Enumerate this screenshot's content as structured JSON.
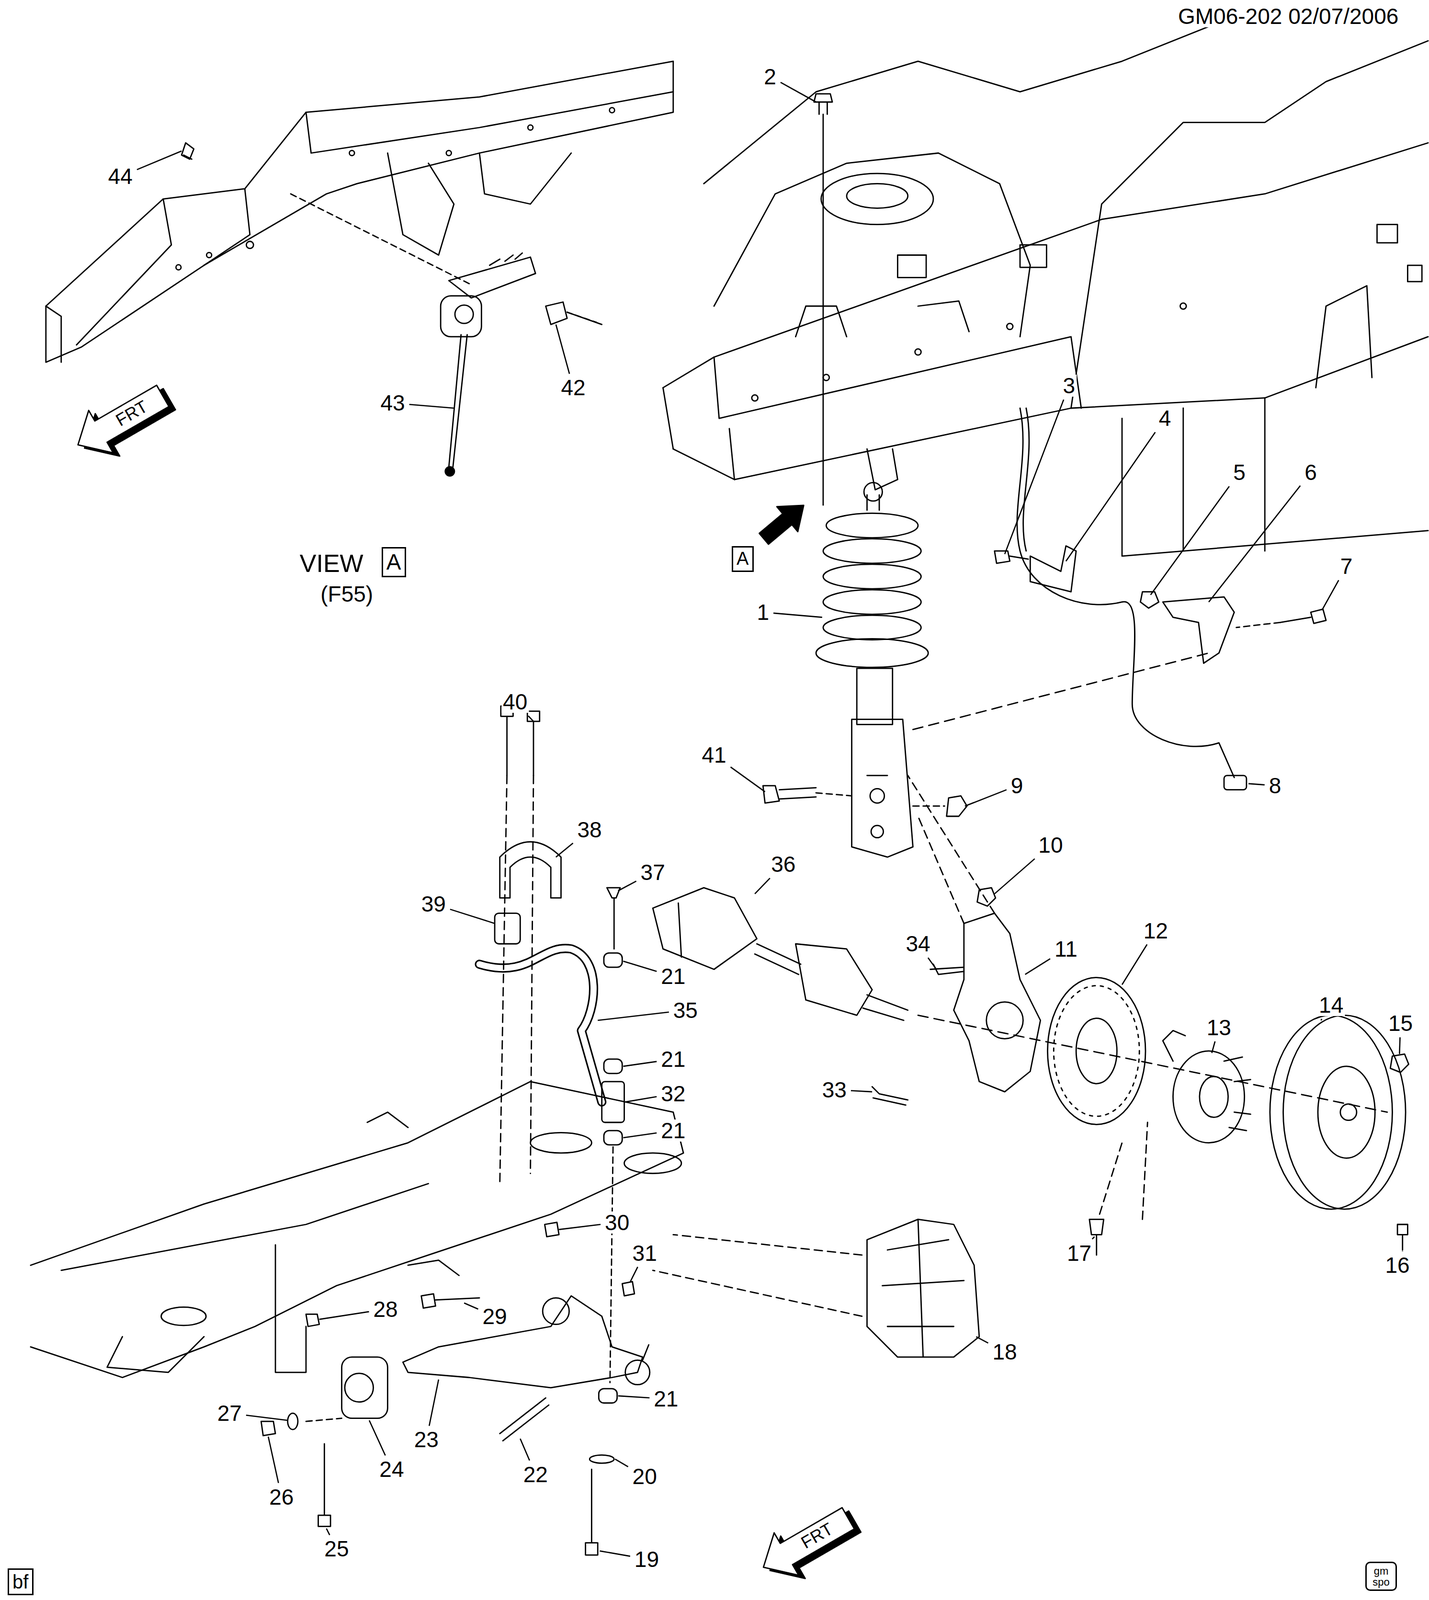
{
  "diagram": {
    "nodes": [
      {
        "text": [
          "A"
        ]
      },
      {
        "text": [
          "A"
        ]
      },
      {
        "text": [
          "bf"
        ]
      },
      {
        "text": [
          "gm spo"
        ]
      }
    ],
    "labels": [
      "GM06-202 02/07/2006",
      "2",
      "44",
      "3",
      "42",
      "43",
      "4",
      "5",
      "6",
      "VIEW",
      "7",
      "(F55)",
      "1",
      "FRT",
      "40",
      "41",
      "9",
      "8",
      "38",
      "10",
      "36",
      "37",
      "39",
      "12",
      "34",
      "11",
      "21",
      "35",
      "14",
      "15",
      "13",
      "32",
      "21",
      "33",
      "21",
      "30",
      "31",
      "17",
      "16",
      "29",
      "28",
      "18",
      "21",
      "27",
      "23",
      "24",
      "22",
      "20",
      "26",
      "25",
      "FRT",
      "19"
    ]
  }
}
